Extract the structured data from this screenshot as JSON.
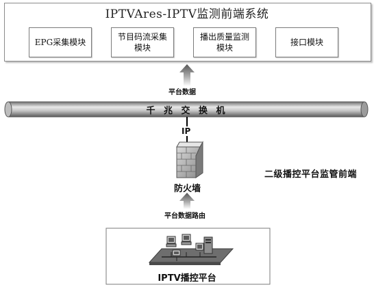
{
  "system": {
    "title": "IPTVAres-IPTV监测前端系统",
    "modules": [
      {
        "line1": "EPG采集模块",
        "line2": ""
      },
      {
        "line1": "节目码流采集",
        "line2": "模块"
      },
      {
        "line1": "播出质量监测",
        "line2": "模块"
      },
      {
        "line1": "接口模块",
        "line2": ""
      }
    ]
  },
  "arrows": {
    "upper_label": "平台数据",
    "lower_label": "平台数据路由"
  },
  "switch": {
    "label": "千 兆 交 换 机"
  },
  "ip_label": "IP",
  "firewall": {
    "label": "防火墙",
    "icon": "firewall-brick-wall-icon"
  },
  "side_note": "二级播控平台监管前端",
  "platform": {
    "label": "IPTV播控平台",
    "icon": "network-computers-icon"
  }
}
